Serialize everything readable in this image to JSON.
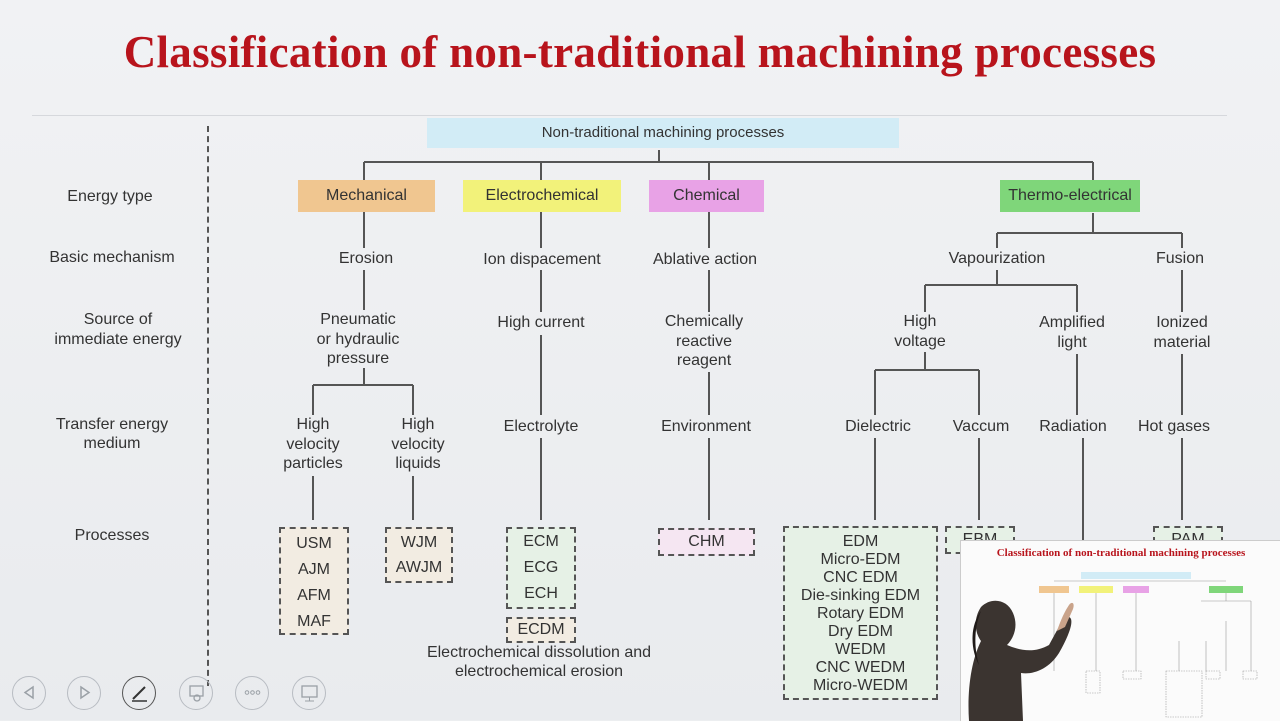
{
  "title": "Classification of non-traditional machining processes",
  "root": "Non-traditional machining processes",
  "row_labels": {
    "energy_type": "Energy type",
    "basic_mechanism": "Basic mechanism",
    "source_1": "Source of",
    "source_2": "immediate energy",
    "transfer_1": "Transfer energy",
    "transfer_2": "medium",
    "processes": "Processes"
  },
  "energy_types": {
    "mechanical": "Mechanical",
    "electrochemical": "Electrochemical",
    "chemical": "Chemical",
    "thermo": "Thermo-electrical"
  },
  "mechanisms": {
    "erosion": "Erosion",
    "ion": "Ion dispacement",
    "ablative": "Ablative action",
    "vapour": "Vapourization",
    "fusion": "Fusion"
  },
  "sources": {
    "pneumatic_1": "Pneumatic",
    "pneumatic_2": "or hydraulic",
    "pneumatic_3": "pressure",
    "high_current": "High current",
    "chem_1": "Chemically",
    "chem_2": "reactive",
    "chem_3": "reagent",
    "hv_1": "High",
    "hv_2": "voltage",
    "al_1": "Amplified",
    "al_2": "light",
    "im_1": "Ionized",
    "im_2": "material"
  },
  "media": {
    "hvp_1": "High",
    "hvp_2": "velocity",
    "hvp_3": "particles",
    "hvl_1": "High",
    "hvl_2": "velocity",
    "hvl_3": "liquids",
    "electrolyte": "Electrolyte",
    "environment": "Environment",
    "dielectric": "Dielectric",
    "vaccum": "Vaccum",
    "radiation": "Radiation",
    "hot_gases": "Hot gases"
  },
  "processes": {
    "mech1": [
      "USM",
      "AJM",
      "AFM",
      "MAF"
    ],
    "mech2": [
      "WJM",
      "AWJM"
    ],
    "echem": [
      "ECM",
      "ECG",
      "ECH"
    ],
    "ecdm": "ECDM",
    "chm": "CHM",
    "edm": [
      "EDM",
      "Micro-EDM",
      "CNC EDM",
      "Die-sinking EDM",
      "Rotary EDM",
      "Dry EDM",
      "WEDM",
      "CNC WEDM",
      "Micro-WEDM"
    ],
    "ebm": "EBM",
    "pam": "PAM"
  },
  "ecdm_note_1": "Electrochemical dissolution and",
  "ecdm_note_2": "electrochemical erosion",
  "colors": {
    "title": "#b8141c",
    "root": "#d2ecf6",
    "mechanical": "#f0c690",
    "electrochemical": "#f2f27a",
    "chemical": "#e8a2e6",
    "thermo": "#7fd67a",
    "process_green": "#e6f1e6",
    "process_pink": "#f5e6f2",
    "process_tan": "#f2ece2"
  },
  "controls": [
    "prev-icon",
    "next-icon",
    "pen-icon",
    "zoom-icon",
    "more-icon",
    "screen-icon"
  ],
  "inset": {
    "title": "Classification of non-traditional machining processes"
  }
}
